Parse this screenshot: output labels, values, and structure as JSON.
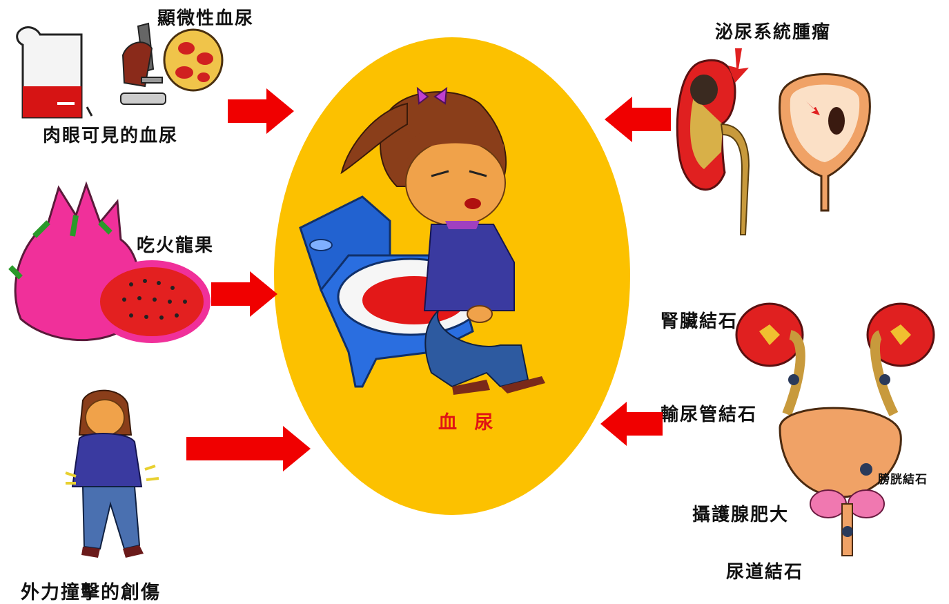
{
  "center": {
    "label": "血 尿",
    "label_color": "#e01414",
    "oval_color": "#fcc100"
  },
  "causes_left": {
    "gross_hematuria": "肉眼可見的血尿",
    "microscopic_hematuria": "顯微性血尿",
    "dragon_fruit": "吃火龍果",
    "trauma": "外力撞擊的創傷"
  },
  "causes_right": {
    "urinary_tumor": "泌尿系統腫瘤",
    "kidney_stone": "腎臟結石",
    "ureter_stone": "輸尿管結石",
    "bladder_stone": "膀胱結石",
    "prostate_enlargement": "攝護腺肥大",
    "urethral_stone": "尿道結石"
  },
  "colors": {
    "arrow": "#f00000",
    "kidney": "#e02020",
    "ureter": "#c89a3c",
    "bladder": "#f0a266",
    "dragon_fruit_skin": "#f0309a",
    "toilet": "#2262d0"
  },
  "icons": [
    "beaker-icon",
    "microscope-icon",
    "blood-cells-icon",
    "dragon-fruit-icon",
    "injured-person-icon",
    "girl-on-toilet-icon",
    "kidney-tumor-icon",
    "bladder-tumor-icon",
    "urinary-tract-icon"
  ]
}
